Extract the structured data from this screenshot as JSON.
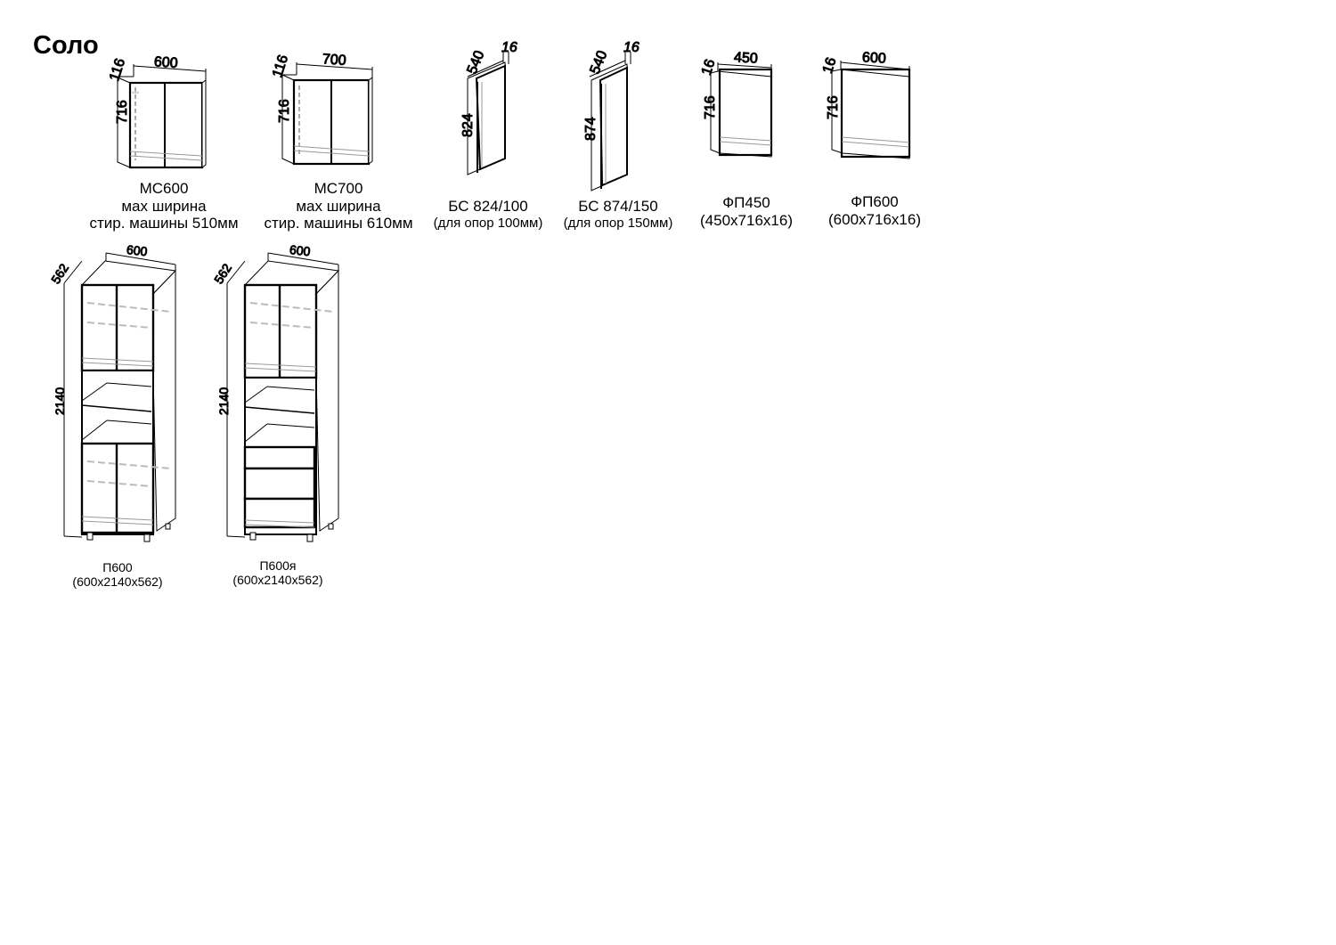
{
  "title": "Соло",
  "products": [
    {
      "id": "mc600",
      "caption": [
        "МС600",
        "мах ширина",
        "стир. машины 510мм"
      ],
      "dims": {
        "width": "600",
        "depth": "116",
        "height": "716"
      }
    },
    {
      "id": "mc700",
      "caption": [
        "МС700",
        "мах ширина",
        "стир. машины 610мм"
      ],
      "dims": {
        "width": "700",
        "depth": "116",
        "height": "716"
      }
    },
    {
      "id": "bs824",
      "caption": [
        "БС 824/100",
        "(для опор 100мм)"
      ],
      "dims": {
        "depth": "540",
        "thickness": "16",
        "height": "824"
      }
    },
    {
      "id": "bs874",
      "caption": [
        "БС 874/150",
        "(для опор 150мм)"
      ],
      "dims": {
        "depth": "540",
        "thickness": "16",
        "height": "874"
      }
    },
    {
      "id": "fp450",
      "caption": [
        "ФП450",
        "(450х716х16)"
      ],
      "dims": {
        "width": "450",
        "thickness": "16",
        "height": "716"
      }
    },
    {
      "id": "fp600",
      "caption": [
        "ФП600",
        "(600х716х16)"
      ],
      "dims": {
        "width": "600",
        "thickness": "16",
        "height": "716"
      }
    },
    {
      "id": "p600",
      "caption": [
        "П600",
        "(600х2140х562)"
      ],
      "dims": {
        "width": "600",
        "depth": "562",
        "height": "2140"
      }
    },
    {
      "id": "p600ya",
      "caption": [
        "П600я",
        "(600х2140х562)"
      ],
      "dims": {
        "width": "600",
        "depth": "562",
        "height": "2140"
      }
    }
  ]
}
